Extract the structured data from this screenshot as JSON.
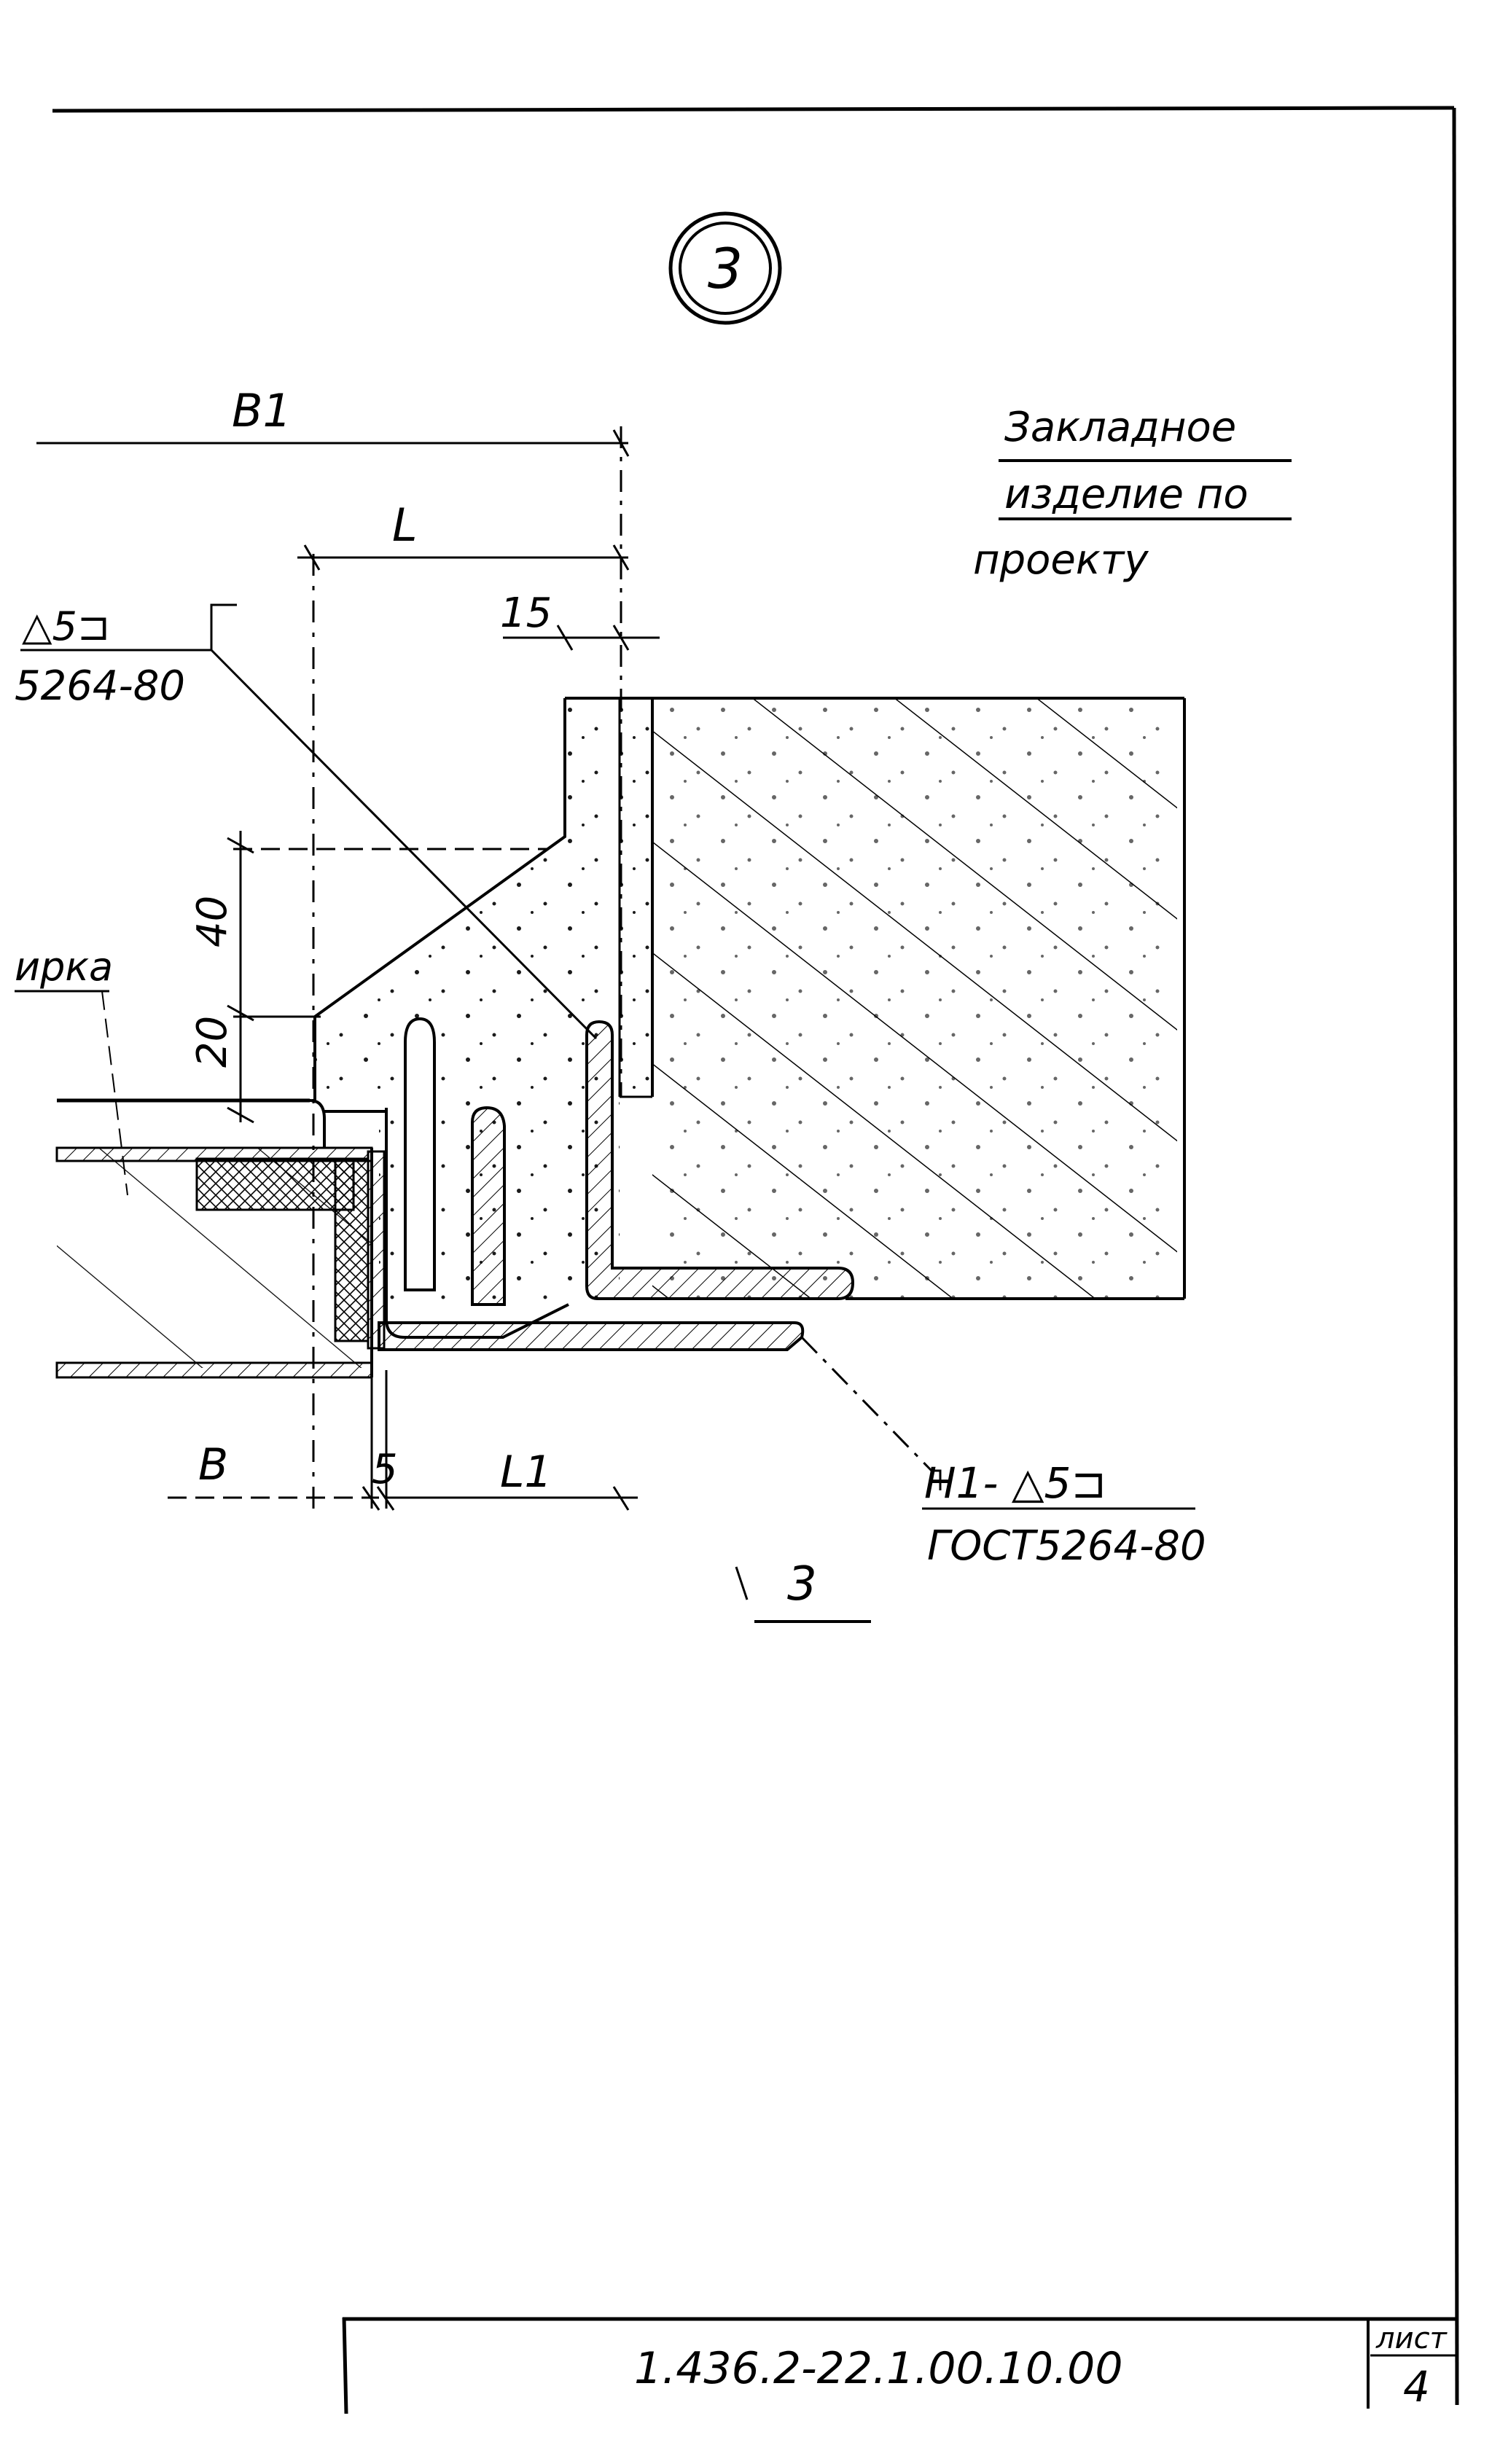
{
  "detail_marker": "3",
  "note_embedded_item": {
    "line1": "Закладное",
    "line2": "изделие по",
    "line3": "проекту"
  },
  "weld_callout_left": {
    "symbol": "△5⊐",
    "standard": "5264-80"
  },
  "weld_callout_right": {
    "symbol": "H1- △5⊐",
    "standard": "ГОСТ5264-80"
  },
  "left_label_partial": "ирка",
  "dimensions": {
    "b1": "B1",
    "l": "L",
    "d15": "15",
    "d40": "40",
    "d20": "20",
    "b": "B",
    "d5": "5",
    "l1": "L1"
  },
  "section_mark": "3",
  "title_block": {
    "code": "1.436.2-22.1.00.10.00",
    "sheet_label": "лист",
    "sheet_number": "4"
  }
}
